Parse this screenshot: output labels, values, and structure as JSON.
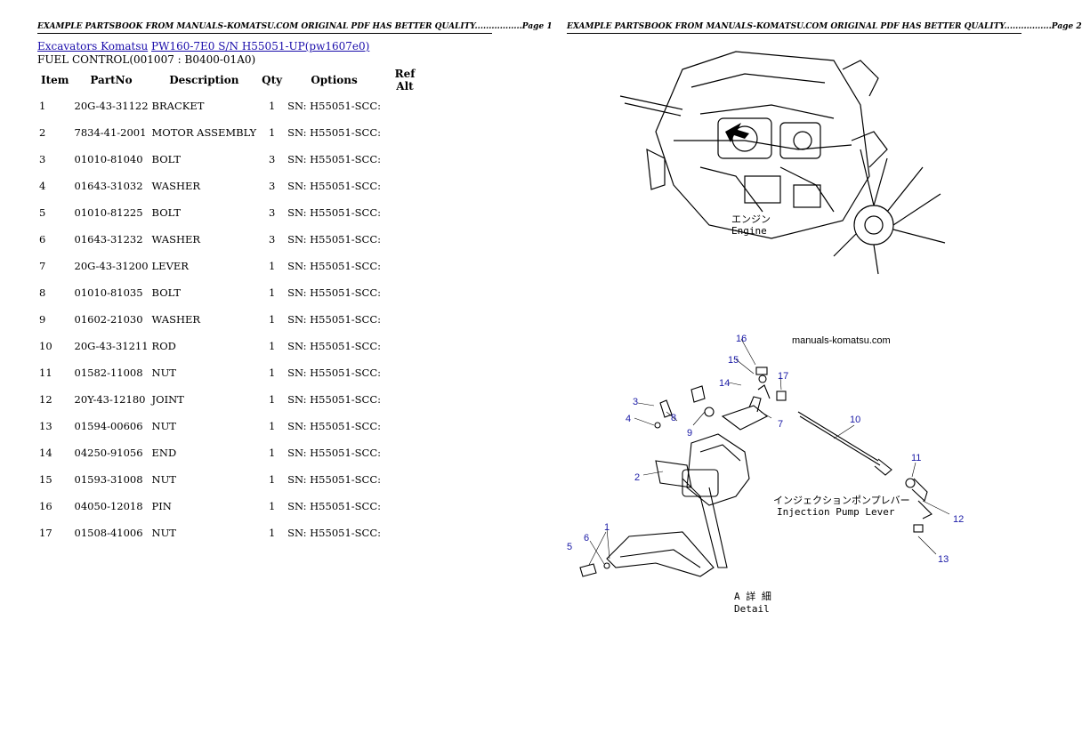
{
  "banner_left": "EXAMPLE PARTSBOOK FROM MANUALS-KOMATSU.COM ORIGINAL PDF HAS BETTER QUALITY.................Page 1",
  "banner_right": "EXAMPLE PARTSBOOK FROM MANUALS-KOMATSU.COM ORIGINAL PDF HAS BETTER QUALITY.................Page 2",
  "breadcrumb": {
    "link1": "Excavators Komatsu",
    "link2": "PW160-7E0 S/N H55051-UP(pw1607e0)"
  },
  "section_title": "FUEL CONTROL(001007 : B0400-01A0)",
  "table": {
    "headers": [
      "Item",
      "PartNo",
      "Description",
      "Qty",
      "Options",
      "Ref Alt"
    ],
    "rows": [
      {
        "item": "1",
        "part": "20G-43-31122",
        "desc": "BRACKET",
        "qty": "1",
        "opt": "SN: H55051-SCC:"
      },
      {
        "item": "2",
        "part": "7834-41-2001",
        "desc": "MOTOR ASSEMBLY",
        "qty": "1",
        "opt": "SN: H55051-SCC:"
      },
      {
        "item": "3",
        "part": "01010-81040",
        "desc": "BOLT",
        "qty": "3",
        "opt": "SN: H55051-SCC:"
      },
      {
        "item": "4",
        "part": "01643-31032",
        "desc": "WASHER",
        "qty": "3",
        "opt": "SN: H55051-SCC:"
      },
      {
        "item": "5",
        "part": "01010-81225",
        "desc": "BOLT",
        "qty": "3",
        "opt": "SN: H55051-SCC:"
      },
      {
        "item": "6",
        "part": "01643-31232",
        "desc": "WASHER",
        "qty": "3",
        "opt": "SN: H55051-SCC:"
      },
      {
        "item": "7",
        "part": "20G-43-31200",
        "desc": "LEVER",
        "qty": "1",
        "opt": "SN: H55051-SCC:"
      },
      {
        "item": "8",
        "part": "01010-81035",
        "desc": "BOLT",
        "qty": "1",
        "opt": "SN: H55051-SCC:"
      },
      {
        "item": "9",
        "part": "01602-21030",
        "desc": "WASHER",
        "qty": "1",
        "opt": "SN: H55051-SCC:"
      },
      {
        "item": "10",
        "part": "20G-43-31211",
        "desc": "ROD",
        "qty": "1",
        "opt": "SN: H55051-SCC:"
      },
      {
        "item": "11",
        "part": "01582-11008",
        "desc": "NUT",
        "qty": "1",
        "opt": "SN: H55051-SCC:"
      },
      {
        "item": "12",
        "part": "20Y-43-12180",
        "desc": "JOINT",
        "qty": "1",
        "opt": "SN: H55051-SCC:"
      },
      {
        "item": "13",
        "part": "01594-00606",
        "desc": "NUT",
        "qty": "1",
        "opt": "SN: H55051-SCC:"
      },
      {
        "item": "14",
        "part": "04250-91056",
        "desc": "END",
        "qty": "1",
        "opt": "SN: H55051-SCC:"
      },
      {
        "item": "15",
        "part": "01593-31008",
        "desc": "NUT",
        "qty": "1",
        "opt": "SN: H55051-SCC:"
      },
      {
        "item": "16",
        "part": "04050-12018",
        "desc": "PIN",
        "qty": "1",
        "opt": "SN: H55051-SCC:"
      },
      {
        "item": "17",
        "part": "01508-41006",
        "desc": "NUT",
        "qty": "1",
        "opt": "SN: H55051-SCC:"
      }
    ]
  },
  "diagram": {
    "engine_jp": "エンジン",
    "engine_en": "Engine",
    "watermark": "manuals-komatsu.com",
    "pump_jp": "インジェクションポンプレバー",
    "pump_en": "Injection Pump Lever",
    "detail_jp": "A 詳 細",
    "detail_en": "Detail",
    "callouts": [
      "1",
      "2",
      "3",
      "4",
      "5",
      "6",
      "7",
      "8",
      "9",
      "10",
      "11",
      "12",
      "13",
      "14",
      "15",
      "16",
      "17"
    ],
    "callout_color": "#1a1aa6"
  }
}
